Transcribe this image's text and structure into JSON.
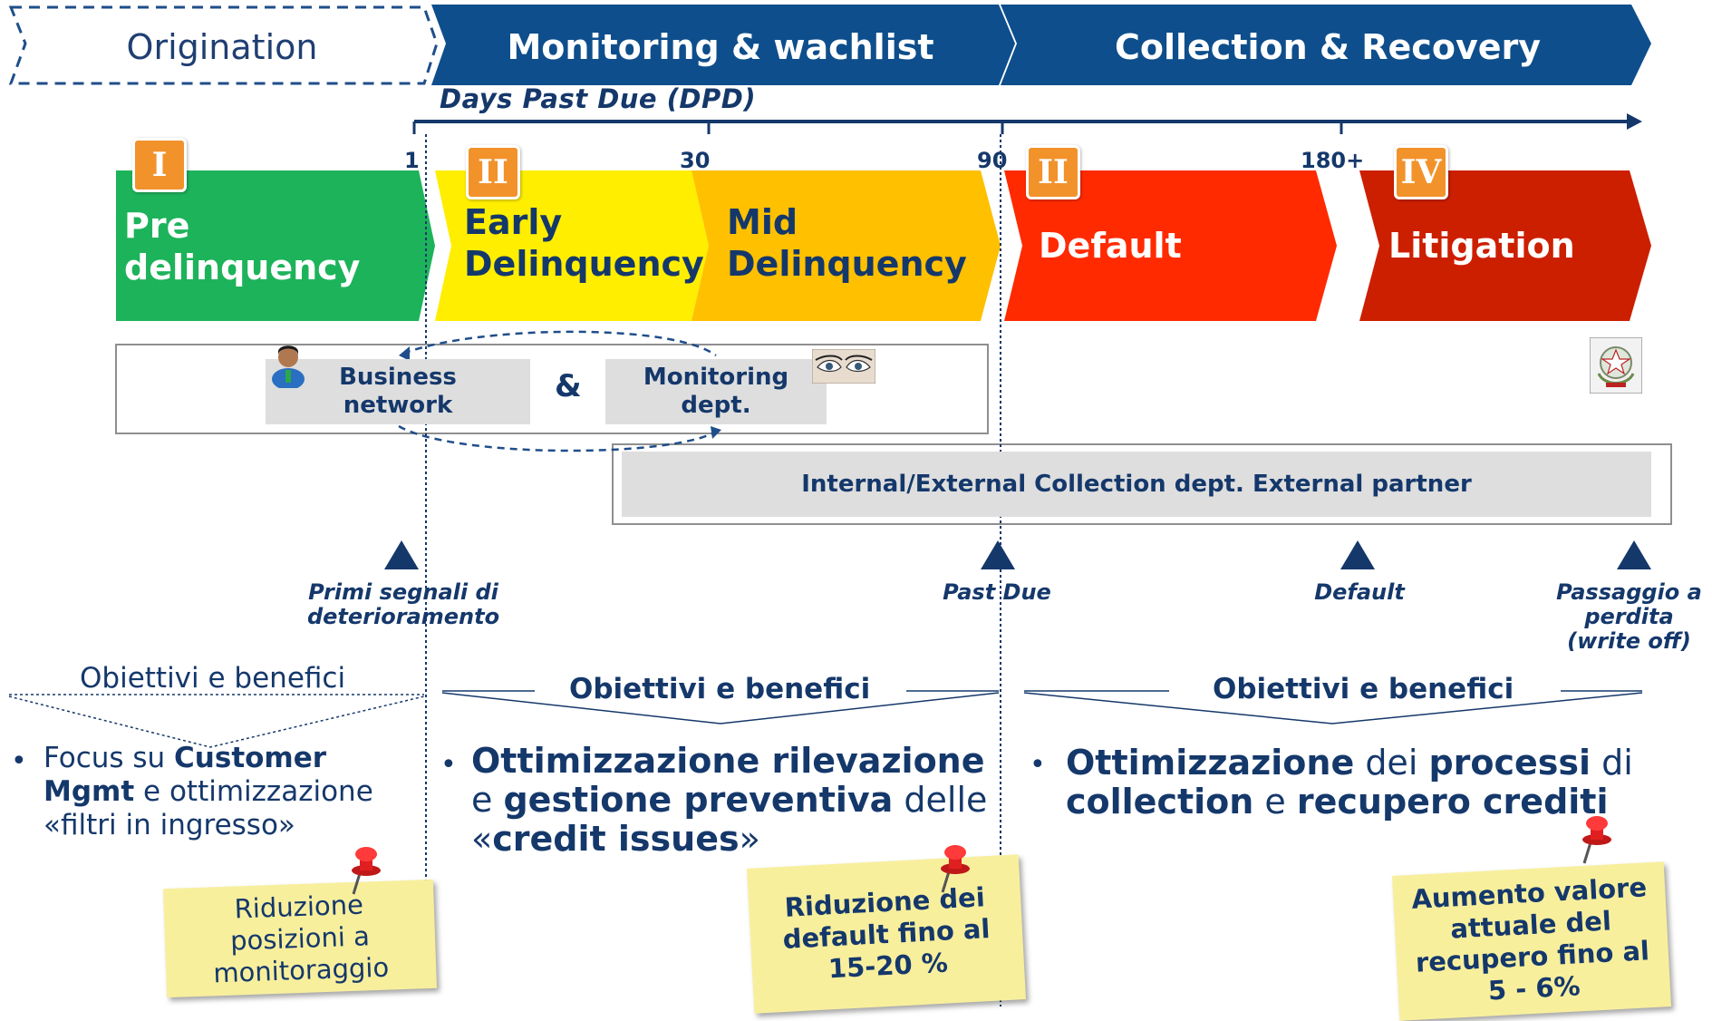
{
  "phases": {
    "origination": "Origination",
    "monitoring": "Monitoring & wachlist",
    "collection": "Collection & Recovery"
  },
  "dpd": {
    "title": "Days Past Due (DPD)",
    "ticks": [
      "1",
      "30",
      "90",
      "180+"
    ]
  },
  "stages": [
    {
      "roman": "I",
      "line1": "Pre",
      "line2": "delinquency",
      "color": "#1db35a"
    },
    {
      "roman": "II",
      "line1": "Early",
      "line2": "Delinquency",
      "color": "#ffee00"
    },
    {
      "roman": "",
      "line1": "Mid",
      "line2": "Delinquency",
      "color": "#ffc000"
    },
    {
      "roman": "II",
      "line1": "Default",
      "line2": "",
      "color": "#ff2a00"
    },
    {
      "roman": "IV",
      "line1": "Litigation",
      "line2": "",
      "color": "#cc1f00"
    }
  ],
  "roles": {
    "business": "Business network",
    "amp": "&",
    "monitoring": "Monitoring dept.",
    "collection": "Internal/External Collection dept. External partner"
  },
  "markers": [
    {
      "label": "Primi segnali di deterioramento"
    },
    {
      "label": "Past Due"
    },
    {
      "label": "Default"
    },
    {
      "label": "Passaggio a perdita (write off)"
    }
  ],
  "objectives": {
    "left_title": "Obiettivi e benefici",
    "mid_title": "Obiettivi e benefici",
    "right_title": "Obiettivi e benefici",
    "left_bullet": {
      "p1": "Focus su ",
      "b1": "Customer Mgmt",
      "p2": " e ottimizzazione «filtri in ingresso»"
    },
    "mid_bullet": {
      "b1": "Ottimizzazione rilevazione",
      "p1": " e ",
      "b2": "gestione preventiva",
      "p2": " delle «",
      "b3": "credit issues",
      "p3": "»"
    },
    "right_bullet": {
      "b1": "Ottimizzazione",
      "p1": " dei ",
      "b2": "processi",
      "p2": " di ",
      "b3": "collection",
      "p3": " e ",
      "b4": "recupero crediti"
    }
  },
  "notes": {
    "left": "Riduzione posizioni a monitoraggio",
    "mid": "Riduzione dei default fino al 15-20 %",
    "right": "Aumento valore attuale del recupero fino al 5 - 6%"
  },
  "colors": {
    "navy": "#15386b",
    "phase_blue": "#0e4e8c",
    "orange_badge": "#f2922b",
    "note_yellow": "#f8ef9d"
  }
}
